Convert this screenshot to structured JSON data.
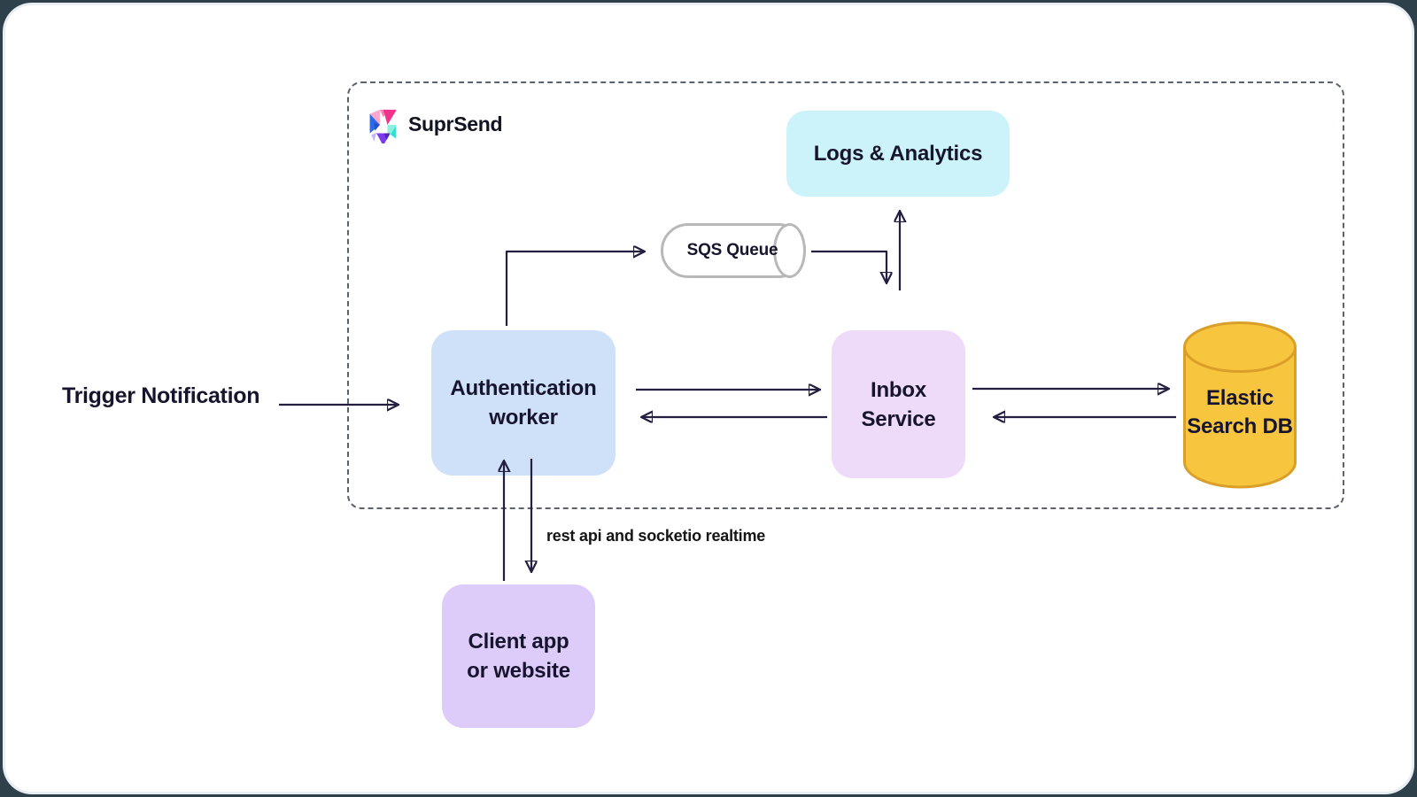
{
  "brand": {
    "name": "SuprSend",
    "logo_icon": "suprsend-s-logo"
  },
  "trigger": {
    "label": "Trigger Notification"
  },
  "nodes": {
    "logs": {
      "label": "Logs & Analytics",
      "color": "#cdf3fa"
    },
    "sqs": {
      "label": "SQS Queue",
      "shape": "horizontal-cylinder",
      "border_color": "#b8b8b8"
    },
    "auth": {
      "label": "Authentication worker",
      "label_lines": [
        "Authentication",
        "worker"
      ],
      "color": "#cfe1f9"
    },
    "inbox": {
      "label": "Inbox Service",
      "label_lines": [
        "Inbox",
        "Service"
      ],
      "color": "#eedbfa"
    },
    "elastic": {
      "label": "Elastic Search DB",
      "label_lines": [
        "Elastic",
        "Search",
        "DB"
      ],
      "shape": "vertical-cylinder",
      "color": "#f7c63e",
      "border_color": "#d99f29"
    },
    "client": {
      "label": "Client app or website",
      "label_lines": [
        "Client app",
        "or website"
      ],
      "color": "#ddccf9"
    }
  },
  "edge_labels": {
    "client_auth": "rest api and socketio realtime"
  },
  "connections": [
    "Trigger Notification -> Authentication worker",
    "Authentication worker -> SQS Queue",
    "SQS Queue -> Inbox Service",
    "Inbox Service -> Logs & Analytics",
    "Authentication worker <-> Inbox Service",
    "Inbox Service <-> Elastic Search DB",
    "Client app or website <-> Authentication worker"
  ],
  "colors": {
    "line": "#241f40",
    "dashed_border": "#5a626d",
    "text": "#17142e",
    "card_background": "#ffffff",
    "logo_pink": "#f0348b",
    "logo_light_pink": "#f77fb4",
    "logo_blue": "#2e6ae8",
    "logo_dark_blue": "#2450cf",
    "logo_teal": "#35dfcd",
    "logo_light_teal": "#8cefe3",
    "logo_purple": "#7c3aed",
    "logo_dark_purple": "#5b21b6",
    "logo_lavender": "#c4b5fd"
  }
}
